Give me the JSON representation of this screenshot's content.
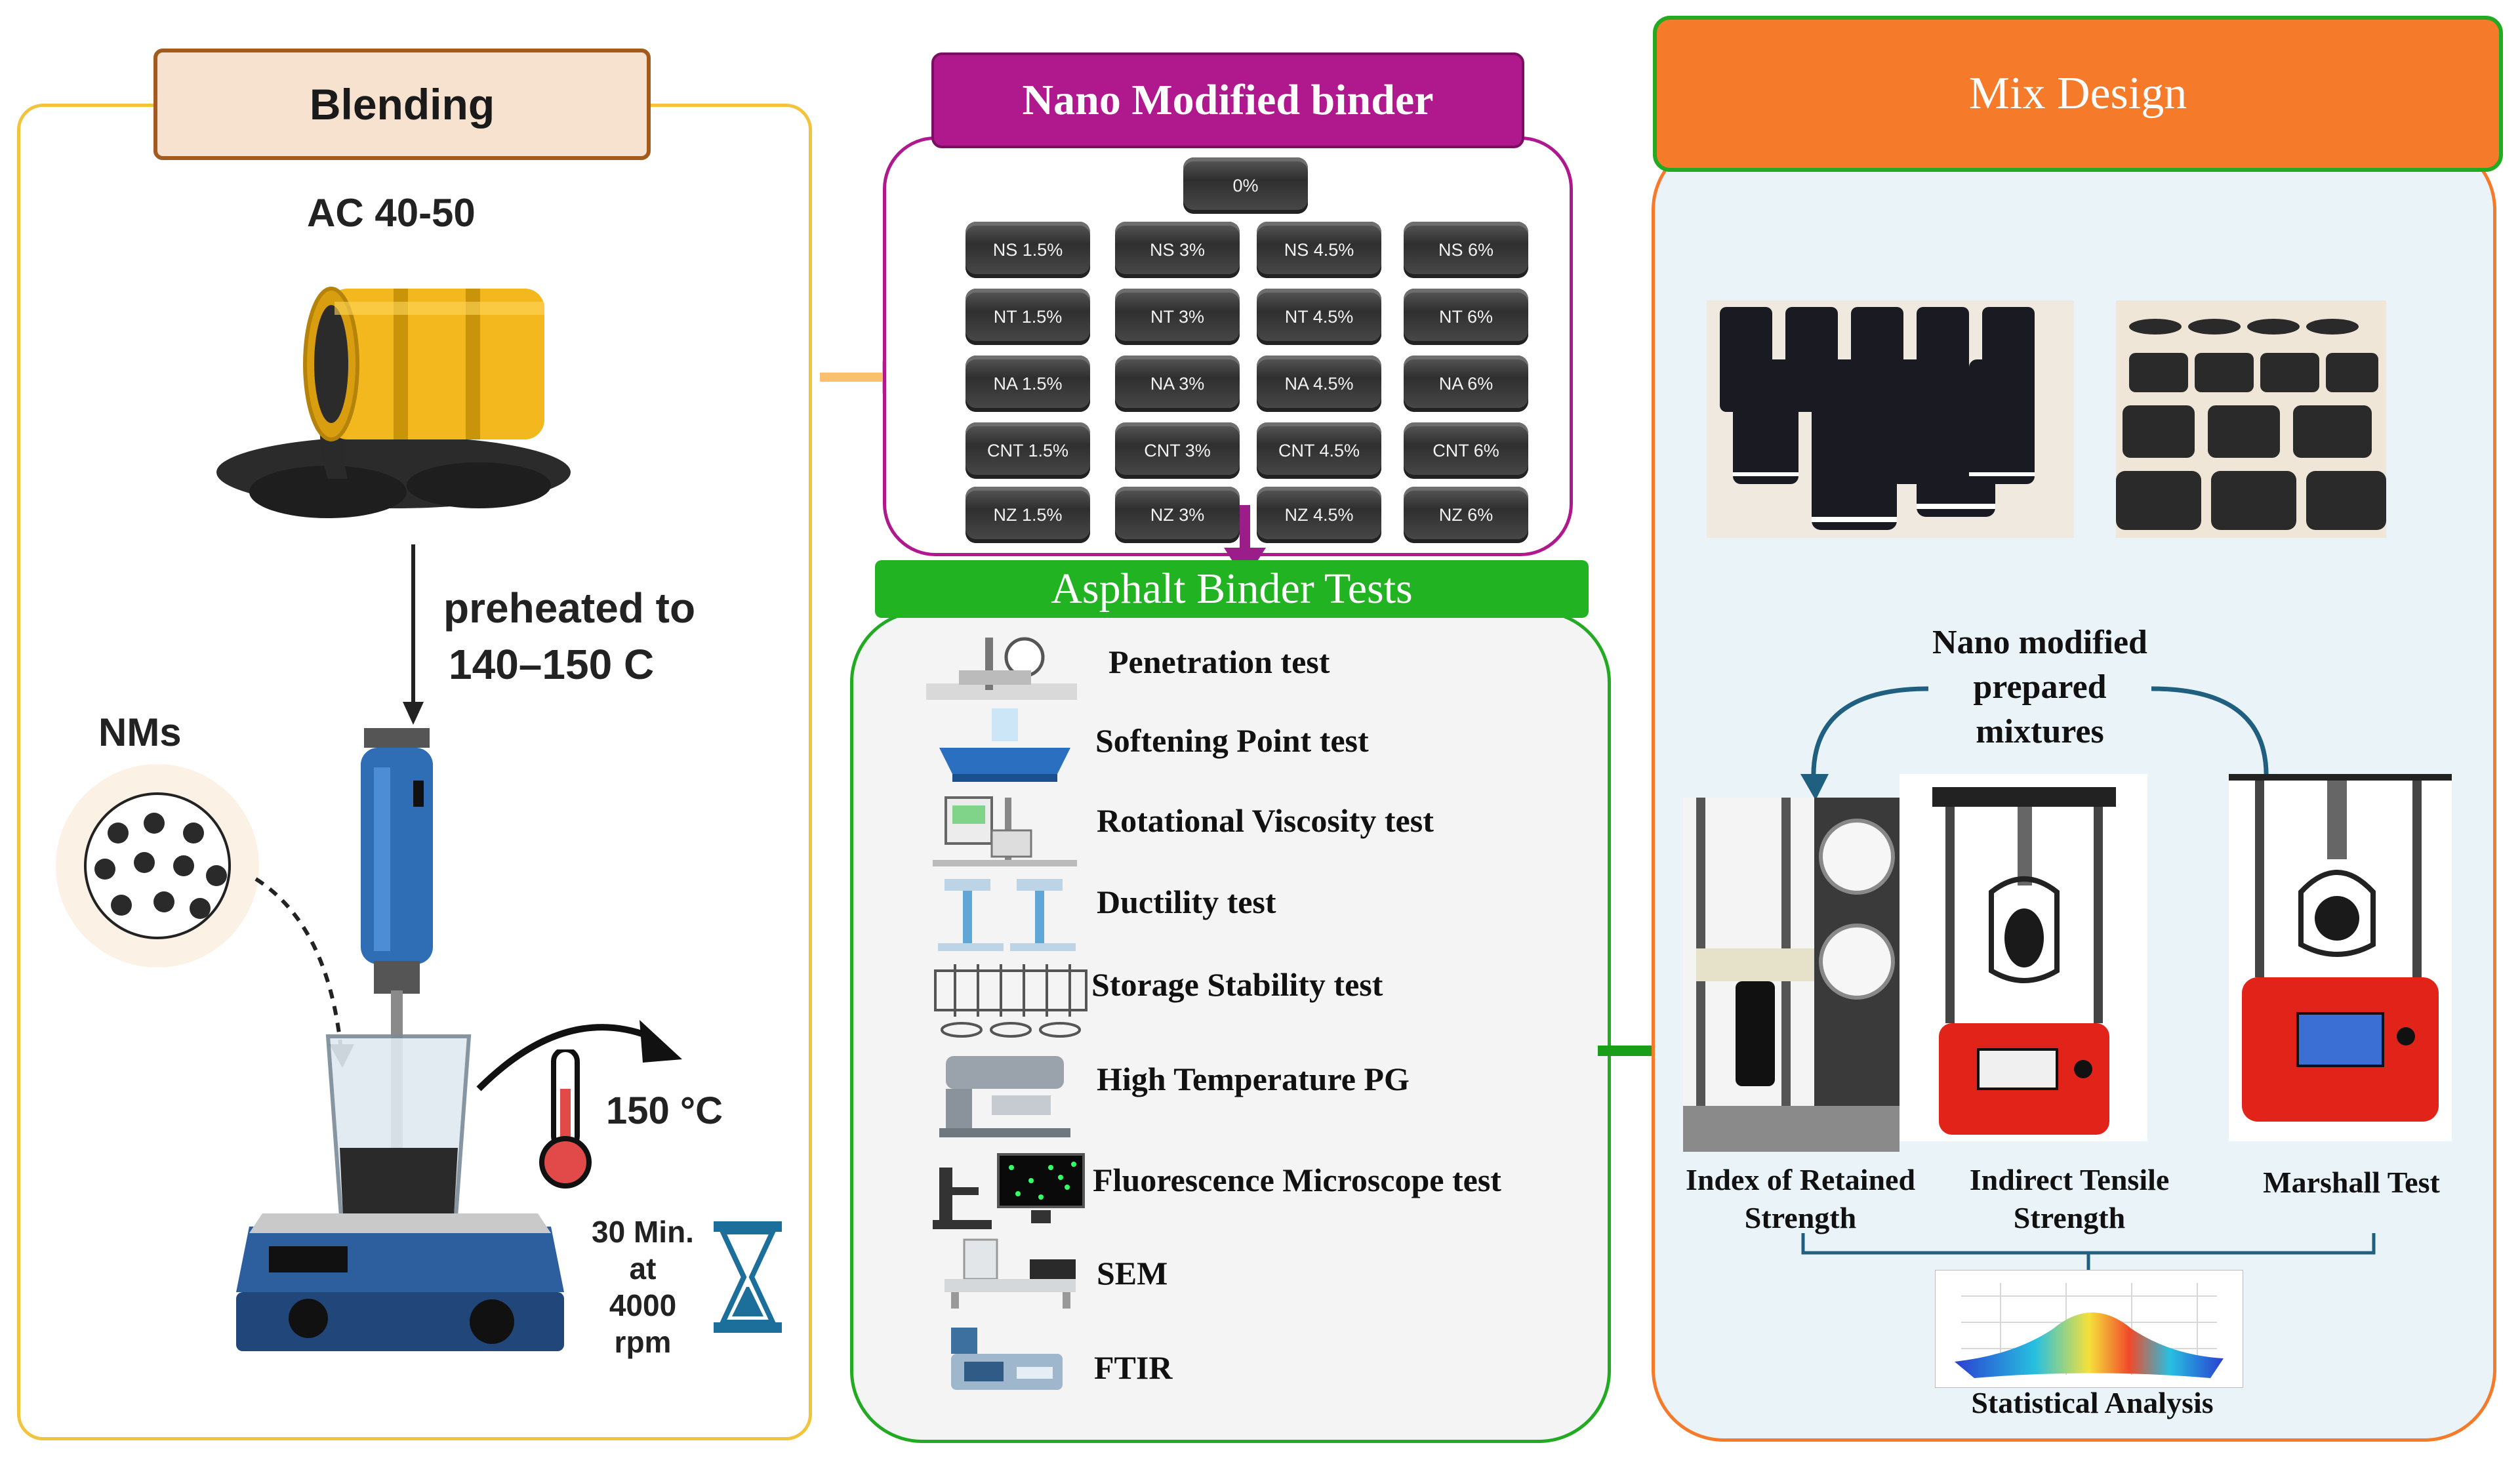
{
  "blending": {
    "title": "Blending",
    "binder": "AC 40-50",
    "preheat_line1": "preheated to",
    "preheat_line2": "140–150 C",
    "nms": "NMs",
    "temperature": "150 °C",
    "time_lines": [
      "30 Min.",
      "at",
      "4000",
      "rpm"
    ]
  },
  "nano_binder": {
    "title": "Nano Modified binder",
    "control": "0%",
    "rows": [
      [
        "NS 1.5%",
        "NS 3%",
        "NS 4.5%",
        "NS 6%"
      ],
      [
        "NT 1.5%",
        "NT 3%",
        "NT 4.5%",
        "NT 6%"
      ],
      [
        "NA 1.5%",
        "NA 3%",
        "NA 4.5%",
        "NA 6%"
      ],
      [
        "CNT 1.5%",
        "CNT 3%",
        "CNT 4.5%",
        "CNT 6%"
      ],
      [
        "NZ 1.5%",
        "NZ 3%",
        "NZ 4.5%",
        "NZ 6%"
      ]
    ]
  },
  "binder_tests": {
    "title": "Asphalt Binder Tests",
    "items": [
      {
        "label": "Penetration test",
        "icon": "penetrometer-icon"
      },
      {
        "label": "Softening Point test",
        "icon": "ring-and-ball-icon"
      },
      {
        "label": "Rotational Viscosity test",
        "icon": "viscometer-icon"
      },
      {
        "label": "Ductility test",
        "icon": "ductility-mold-icon"
      },
      {
        "label": "Storage Stability test",
        "icon": "tube-rack-icon"
      },
      {
        "label": "High Temperature PG",
        "icon": "dsr-rheometer-icon"
      },
      {
        "label": "Fluorescence Microscope test",
        "icon": "microscope-icon"
      },
      {
        "label": "SEM",
        "icon": "sem-instrument-icon"
      },
      {
        "label": "FTIR",
        "icon": "ftir-spectrometer-icon"
      }
    ]
  },
  "mix_design": {
    "title": "Mix Design",
    "prepared_lines": [
      "Nano modified",
      "prepared",
      "mixtures"
    ],
    "tests": [
      {
        "lines": [
          "Index of Retained",
          "Strength"
        ]
      },
      {
        "lines": [
          "Indirect Tensile",
          "Strength"
        ]
      },
      {
        "lines": [
          "Marshall Test"
        ]
      }
    ],
    "analysis": "Statistical Analysis"
  },
  "colors": {
    "blending_border": "#f2c43c",
    "blending_title_bg": "#f7e1cf",
    "blending_title_border": "#a35a1c",
    "nano_title_bg": "#b0198e",
    "nano_border": "#b0198e",
    "tests_title_bg": "#22b322",
    "tests_border": "#22aa22",
    "mix_title_bg": "#f57a2a",
    "mix_border": "#f57a2a",
    "mix_bg": "#eaf4f8",
    "arrow_orange": "#f9c06e",
    "arrow_green": "#1a9e1a",
    "arrow_purple": "#9b1d8a",
    "curve_blue": "#1f5f7f"
  }
}
